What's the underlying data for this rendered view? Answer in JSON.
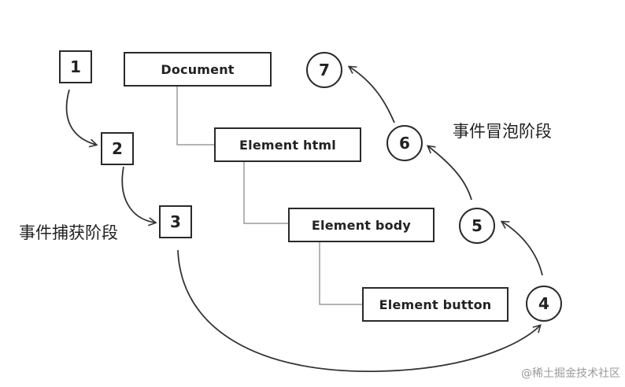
{
  "steps": {
    "s1": "1",
    "s2": "2",
    "s3": "3",
    "s4": "4",
    "s5": "5",
    "s6": "6",
    "s7": "7"
  },
  "nodes": {
    "document": "Document",
    "html": "Element html",
    "body": "Element body",
    "button": "Element button"
  },
  "labels": {
    "capture": "事件捕获阶段",
    "bubble": "事件冒泡阶段"
  },
  "watermark": "@稀土掘金技术社区"
}
